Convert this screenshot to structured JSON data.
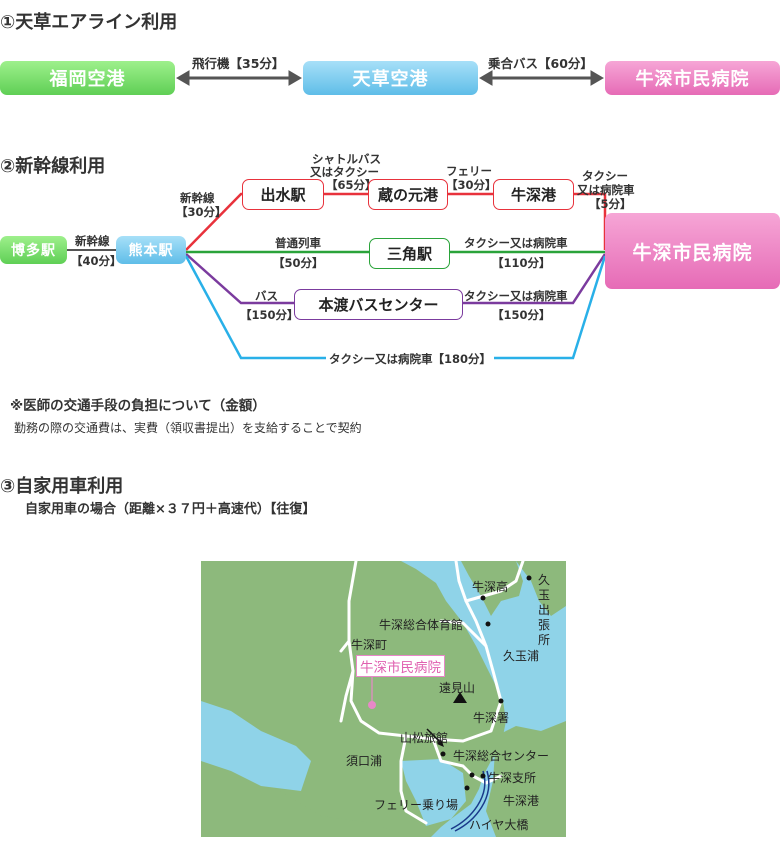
{
  "colors": {
    "airport_green": "#6fd865",
    "station_blue": "#6ec4ec",
    "hospital_pink": "#ec7ec2",
    "red_route": "#e8323c",
    "green_route": "#2aa33a",
    "purple_route": "#7b3b9e",
    "cyan_route": "#29b0e8",
    "sea": "#8fd3e8",
    "land": "#8db97c"
  },
  "section1": {
    "heading": "①天草エアライン利用",
    "fukuoka": "福岡空港",
    "flight_label": "飛行機【35分】",
    "amakusa": "天草空港",
    "bus_label": "乗合バス【60分】",
    "hospital": "牛深市民病院"
  },
  "section2": {
    "heading": "②新幹線利用",
    "hakata": "博多駅",
    "shinkansen_label": "新幹線",
    "shinkansen_time": "【40分】",
    "kumamoto": "熊本駅",
    "red": {
      "label1": "新幹線",
      "label2": "【30分】",
      "izumi": "出水駅",
      "shuttle1": "シャトルバス",
      "shuttle2": "又はタクシー",
      "shuttle3": "【65分】",
      "kuranomoto": "蔵の元港",
      "ferry1": "フェリー",
      "ferry2": "【30分】",
      "ushibuka_port": "牛深港",
      "taxi1": "タクシー",
      "taxi2": "又は病院車",
      "taxi3": "【5分】"
    },
    "green": {
      "label1": "普通列車",
      "label2": "【50分】",
      "misumi": "三角駅",
      "taxi1": "タクシー又は病院車",
      "taxi2": "【110分】"
    },
    "purple": {
      "label1": "バス",
      "label2": "【150分】",
      "hondo": "本渡バスセンター",
      "taxi1": "タクシー又は病院車",
      "taxi2": "【150分】"
    },
    "cyan": {
      "label": "タクシー又は病院車【180分】"
    },
    "hospital": "牛深市民病院"
  },
  "note": {
    "title": "※医師の交通手段の負担について（金額）",
    "body": "勤務の際の交通費は、実費（領収書提出）を支給することで契約"
  },
  "section3": {
    "heading": "③自家用車利用",
    "sub": "自家用車の場合（距離×３７円＋高速代）【往復】"
  },
  "map": {
    "hospital": "牛深市民病院",
    "labels": [
      "牛深高",
      "久",
      "玉",
      "出",
      "張",
      "所",
      "牛深総合体育館",
      "牛深町",
      "久玉浦",
      "遠見山",
      "牛深署",
      "山松旅館",
      "牛深総合センター",
      "須口浦",
      "牛深支所",
      "牛深港",
      "フェリー乗り場",
      "ハイヤ大橋"
    ]
  }
}
